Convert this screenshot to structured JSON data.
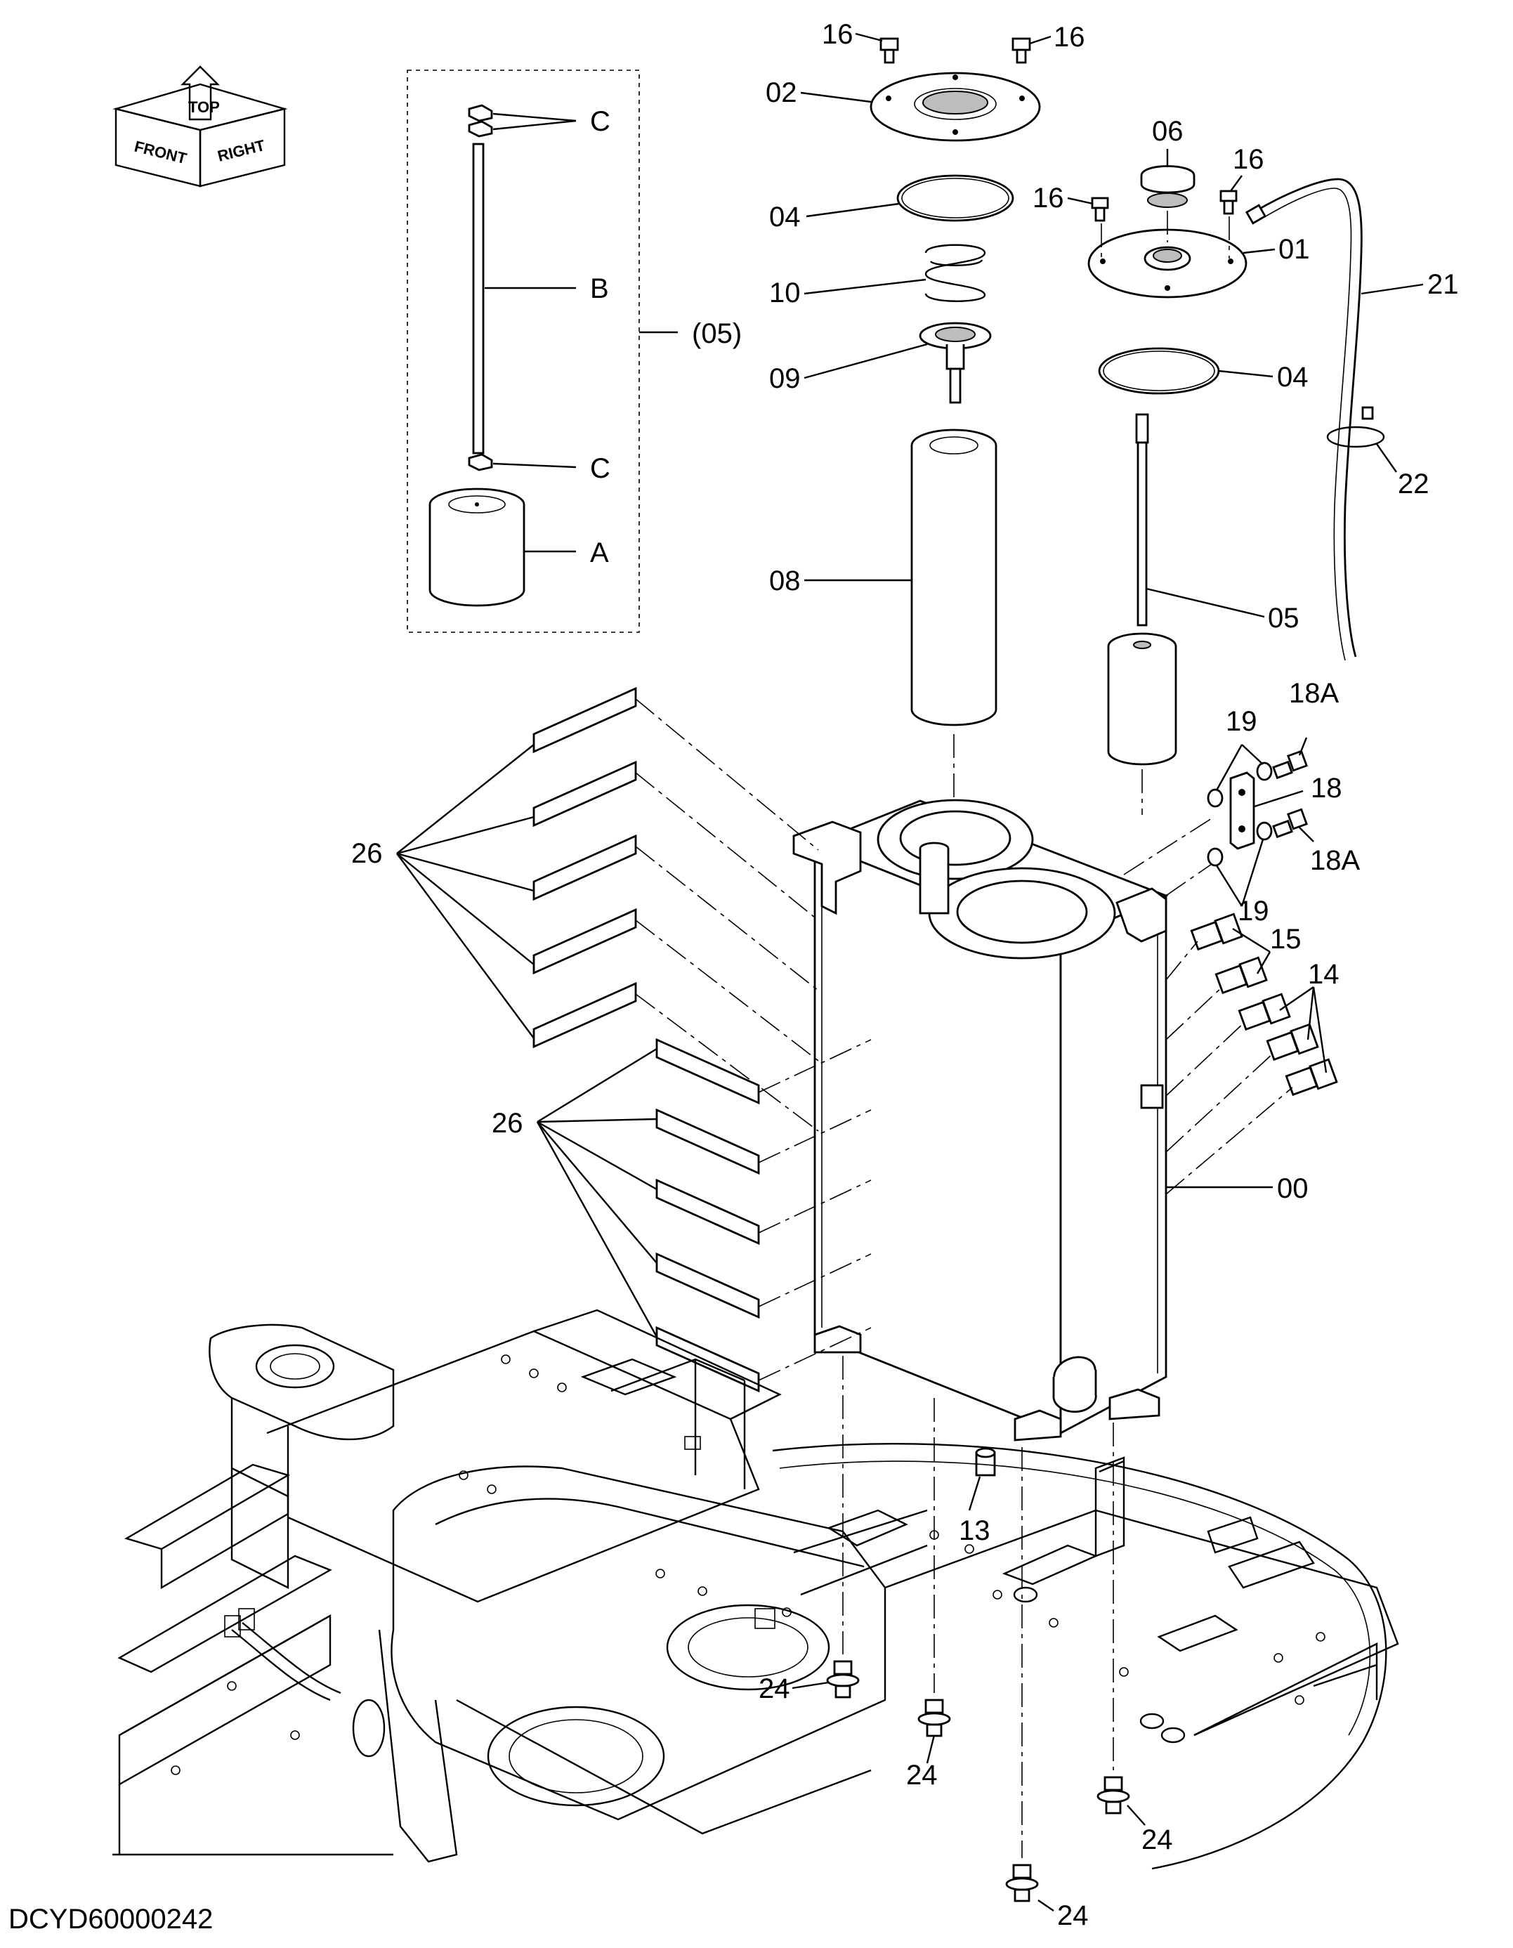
{
  "diagram": {
    "drawing_code": "DCYD60000242",
    "orientation_labels": [
      "FRONT",
      "TOP",
      "RIGHT"
    ],
    "labels": {
      "l16a": "16",
      "l16b": "16",
      "l02": "02",
      "l04a": "04",
      "l10": "10",
      "l09": "09",
      "l08": "08",
      "l06": "06",
      "l16c": "16",
      "l16d": "16",
      "l01": "01",
      "l21": "21",
      "l04b": "04",
      "l22": "22",
      "l05": "05",
      "l05p": "(05)",
      "lC1": "C",
      "lB": "B",
      "lC2": "C",
      "lA": "A",
      "l19a": "19",
      "l18A1": "18A",
      "l18": "18",
      "l18A2": "18A",
      "l19b": "19",
      "l15": "15",
      "l14": "14",
      "l00": "00",
      "l26a": "26",
      "l26b": "26",
      "l13": "13",
      "l24a": "24",
      "l24b": "24",
      "l24c": "24",
      "l24d": "24"
    }
  }
}
